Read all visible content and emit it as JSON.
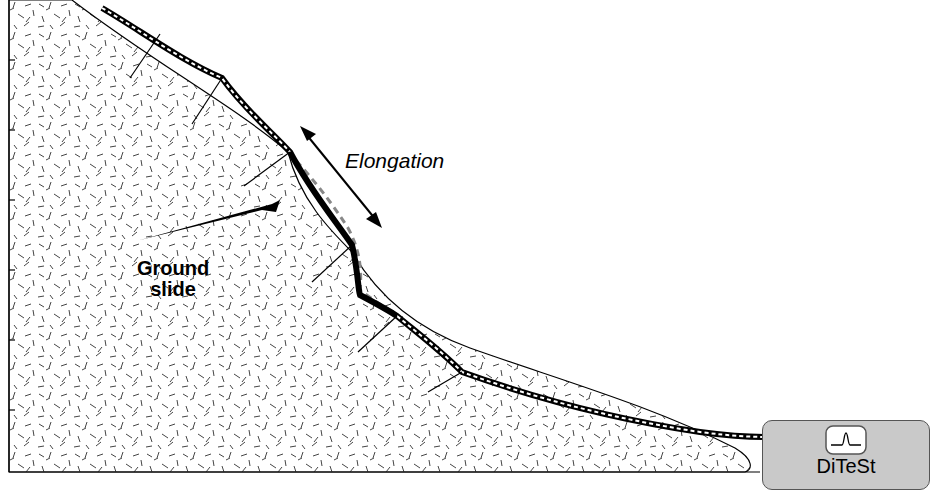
{
  "diagram": {
    "nodes": [
      {
        "text": [
          "DiTeSt"
        ]
      }
    ],
    "labels": [
      "Elongation",
      "Ground slide"
    ]
  }
}
